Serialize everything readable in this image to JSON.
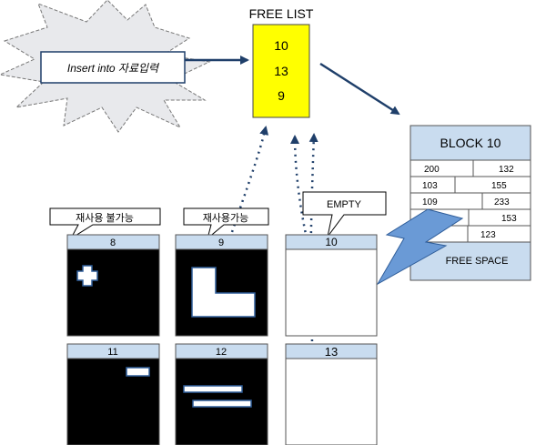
{
  "insert_label": "Insert into  자료입력",
  "free_list": {
    "title": "FREE LIST",
    "entries": [
      "10",
      "13",
      "9"
    ]
  },
  "block": {
    "title": "BLOCK 10",
    "rows": [
      [
        "200",
        "132"
      ],
      [
        "103",
        "155"
      ],
      [
        "109",
        "233"
      ],
      [
        "",
        "153"
      ],
      [
        "",
        "123"
      ]
    ],
    "free_space": "FREE SPACE"
  },
  "callouts": {
    "no_reuse": "재사용 불가능",
    "reuse": "재사용가능",
    "empty": "EMPTY"
  },
  "pages": [
    {
      "label": "8"
    },
    {
      "label": "9"
    },
    {
      "label": "10"
    },
    {
      "label": "11"
    },
    {
      "label": "12"
    },
    {
      "label": "13"
    }
  ],
  "colors": {
    "free_list_fill": "#ffff00",
    "block_fill": "#c9dcef",
    "page_header_fill": "#c9dcef",
    "arrow": "#1f3f6a",
    "bolt_fill": "#6a9ad6",
    "starburst_fill": "#e8e9ec"
  }
}
